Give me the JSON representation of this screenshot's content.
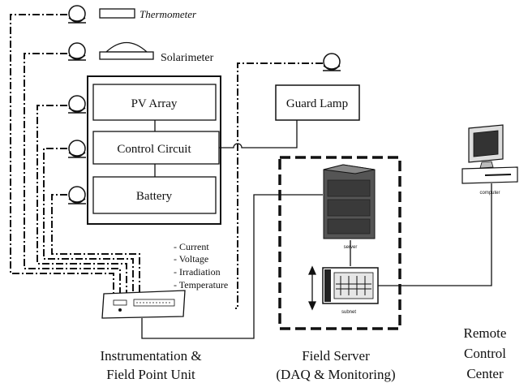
{
  "sensors": {
    "thermometer": "Thermometer",
    "solarimeter": "Solarimeter"
  },
  "system": {
    "pv_array": "PV Array",
    "control_circuit": "Control Circuit",
    "battery": "Battery",
    "guard_lamp": "Guard Lamp"
  },
  "measurements": [
    "- Current",
    "- Voltage",
    "- Irradiation",
    "- Temperature"
  ],
  "devices": {
    "server": "server",
    "subnet": "subnet",
    "computer": "computer"
  },
  "captions": {
    "instrumentation_line1": "Instrumentation  &",
    "instrumentation_line2": "Field Point Unit",
    "field_server_line1": "Field Server",
    "field_server_line2": "(DAQ & Monitoring)",
    "remote_line1": "Remote",
    "remote_line2": "Control",
    "remote_line3": "Center"
  }
}
